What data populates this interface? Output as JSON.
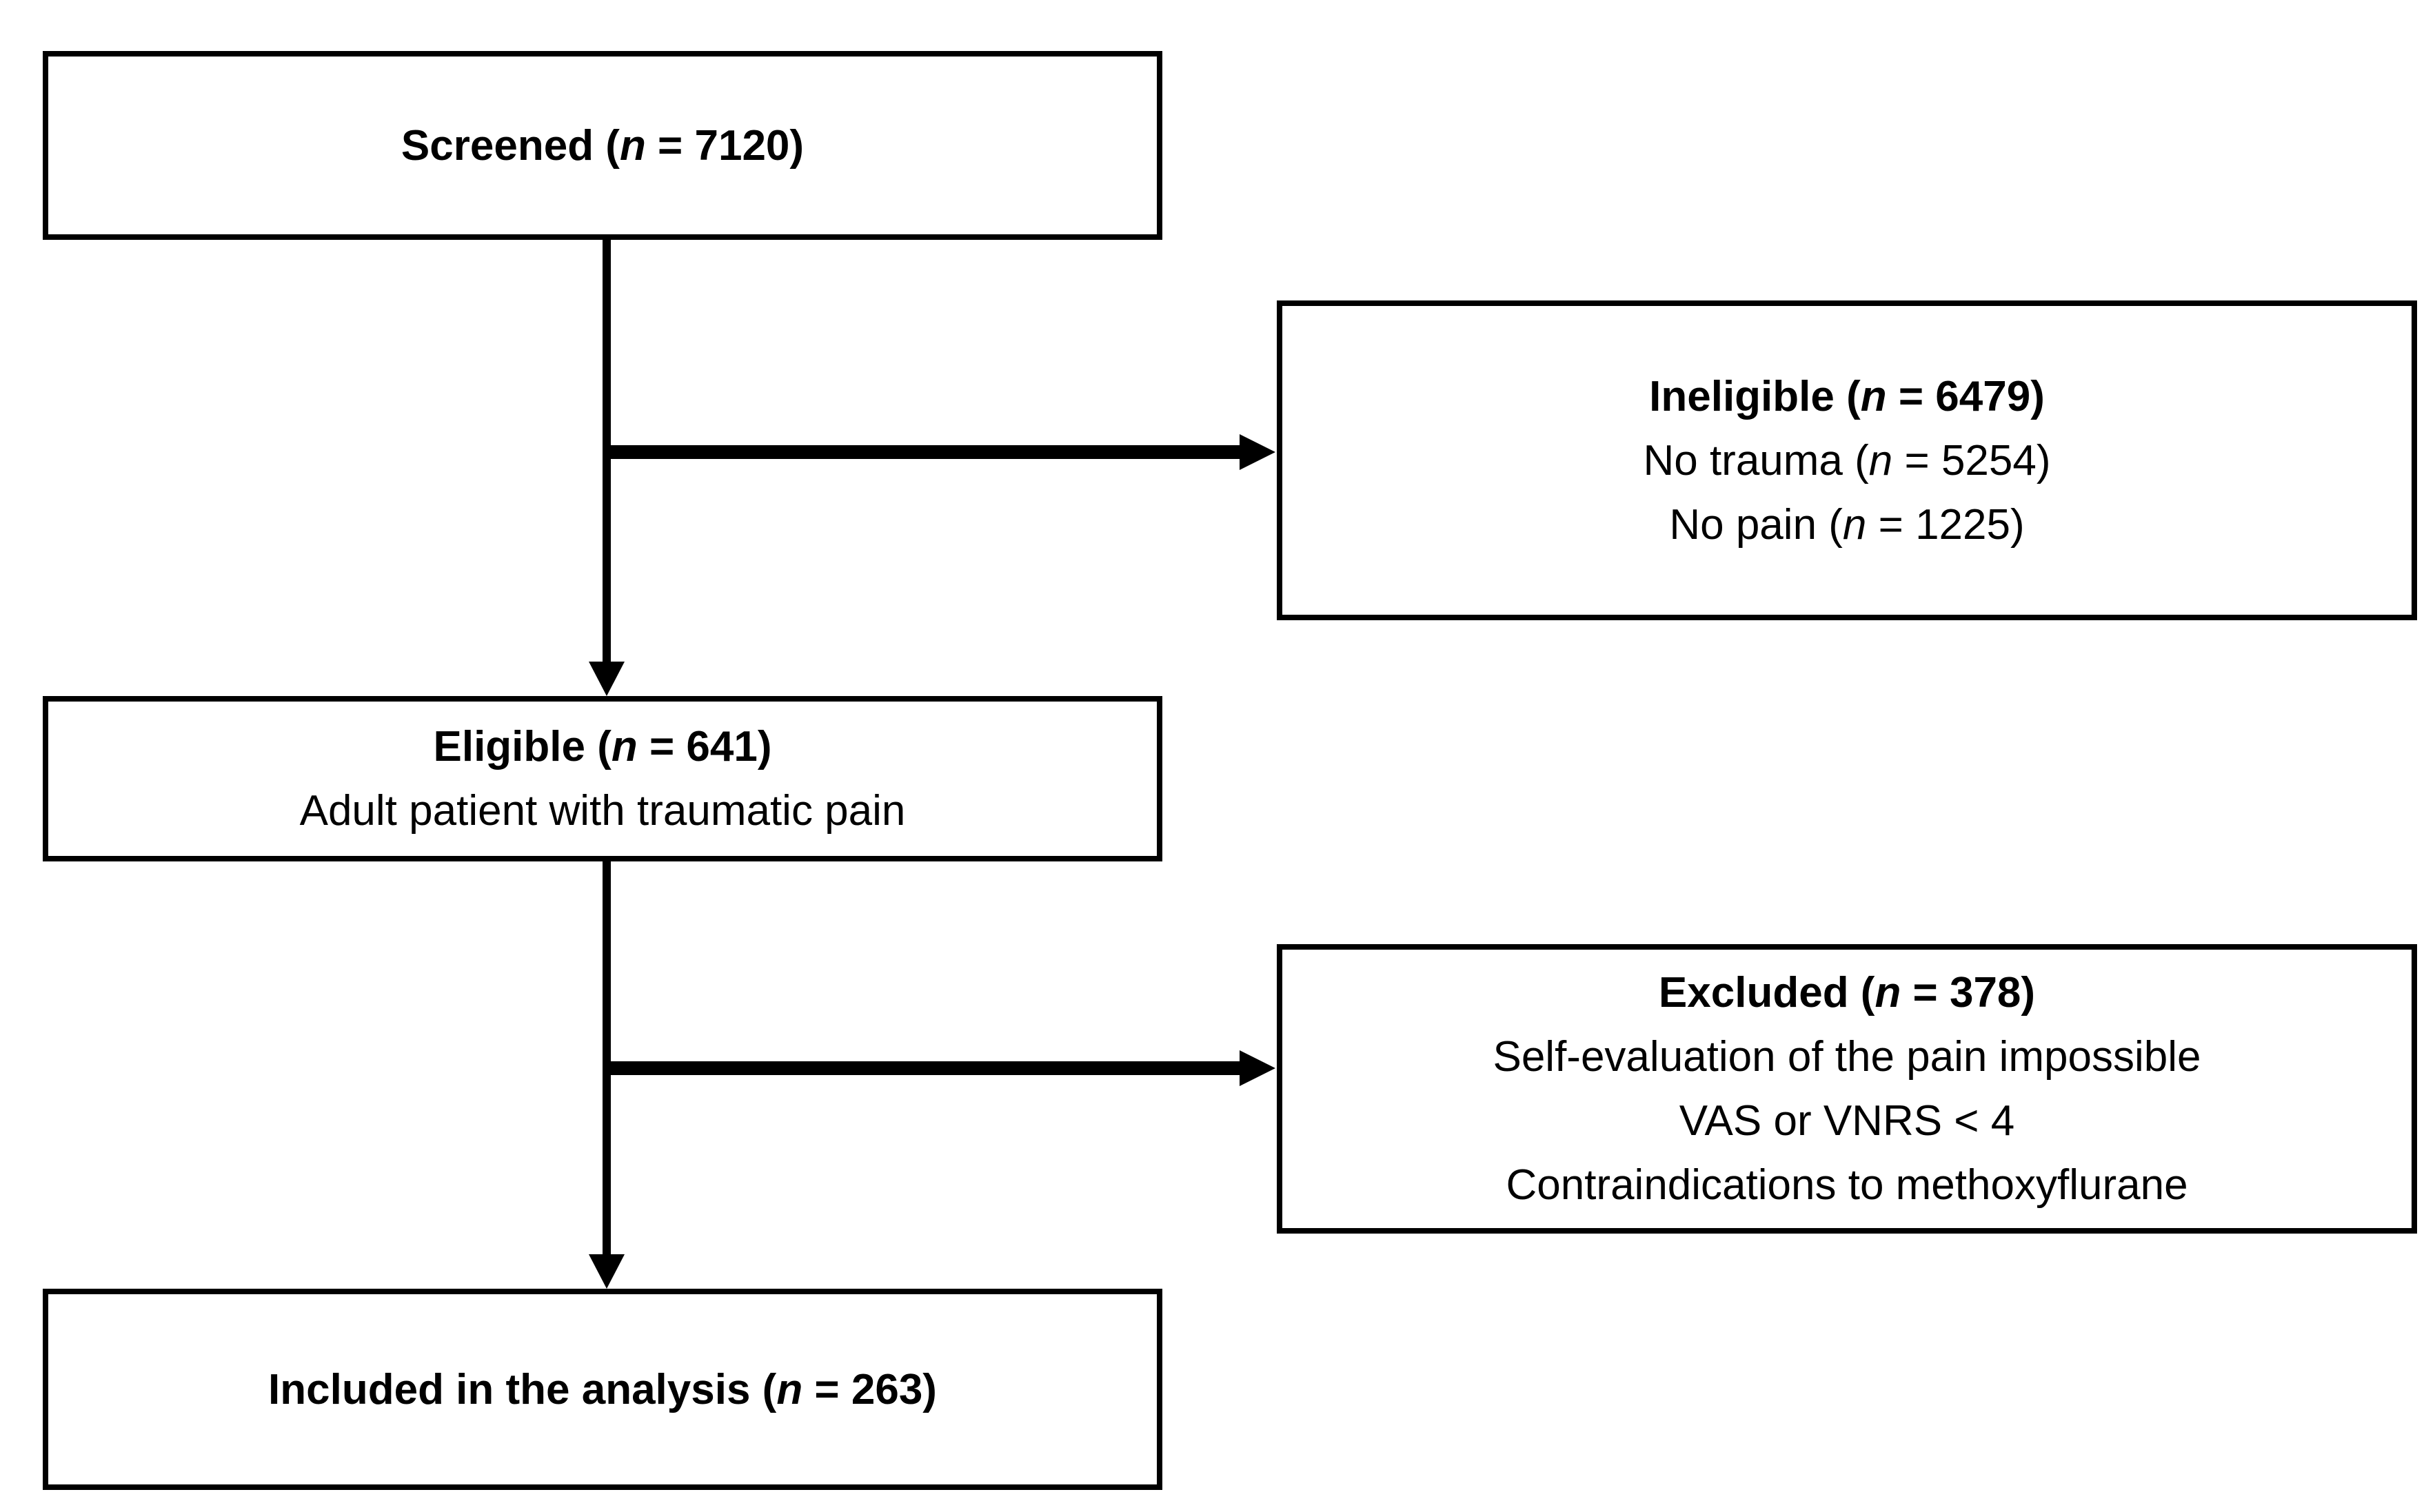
{
  "figure": {
    "type": "study-flow-diagram",
    "colors": {
      "background": "#ffffff",
      "box_fill": "#ffffff",
      "box_border": "#000000",
      "text": "#000000",
      "arrow": "#000000"
    },
    "boxes": {
      "screened": {
        "title": {
          "pre": "Screened (",
          "n": "n",
          "post": " = 7120)"
        }
      },
      "ineligible": {
        "title": {
          "pre": "Ineligible (",
          "n": "n",
          "post": " = 6479)"
        },
        "reasons": [
          {
            "pre": "No trauma (",
            "n": "n",
            "post": " = 5254)"
          },
          {
            "pre": "No pain (",
            "n": "n",
            "post": " = 1225)"
          }
        ]
      },
      "eligible": {
        "title": {
          "pre": "Eligible (",
          "n": "n",
          "post": " = 641)"
        },
        "subtitle": "Adult patient with traumatic pain"
      },
      "excluded": {
        "title": {
          "pre": "Excluded (",
          "n": "n",
          "post": " = 378)"
        },
        "reasons": [
          "Self-evaluation of the pain impossible",
          "VAS or VNRS < 4",
          "Contraindications to methoxyflurane"
        ]
      },
      "included": {
        "title": {
          "pre": "Included in the analysis (",
          "n": "n",
          "post": " = 263)"
        }
      }
    }
  }
}
